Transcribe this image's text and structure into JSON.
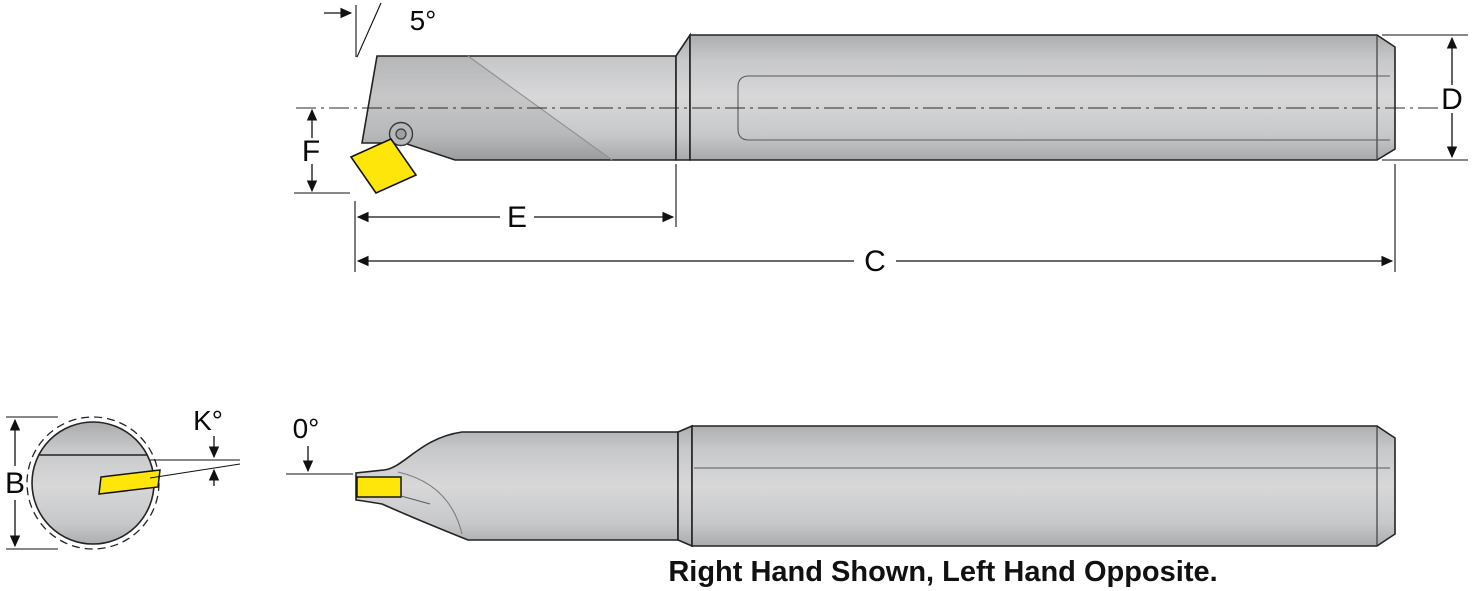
{
  "diagram": {
    "labels": {
      "lead_angle": "5°",
      "dim_f": "F",
      "dim_e": "E",
      "dim_c": "C",
      "dim_d": "D",
      "dim_b": "B",
      "angle_k": "K°",
      "angle_zero": "0°"
    },
    "caption": "Right Hand Shown, Left Hand Opposite.",
    "colors": {
      "body_gray": "#c9cacc",
      "insert_yellow": "#ffe60a",
      "outline": "#232323",
      "background": "#ffffff"
    }
  }
}
